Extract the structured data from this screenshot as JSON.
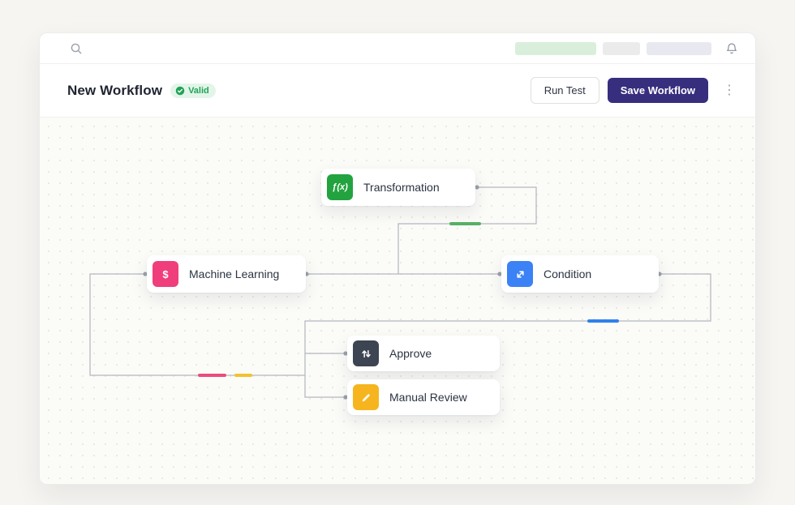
{
  "header": {
    "title": "New Workflow",
    "badge": {
      "label": "Valid",
      "bg": "#e3f5e9",
      "fg": "#21a357"
    },
    "run_test_label": "Run Test",
    "save_label": "Save Workflow",
    "save_bg": "#372e7e",
    "kebab": "⋮"
  },
  "topbar": {
    "pill_green": "#d9efdc",
    "pill_gray": "#ebebeb",
    "pill_lavender": "#e8e8f0"
  },
  "nodes": [
    {
      "key": "transformation",
      "label": "Transformation",
      "icon": "function-icon",
      "icon_text": "ƒ(x)",
      "color": "#23a33f"
    },
    {
      "key": "machine-learning",
      "label": "Machine Learning",
      "icon": "dollar-icon",
      "icon_text": "$",
      "color": "#ef3e7b"
    },
    {
      "key": "condition",
      "label": "Condition",
      "icon": "diagonal-arrow-icon",
      "icon_text": "",
      "color": "#3b82f6"
    },
    {
      "key": "approve",
      "label": "Approve",
      "icon": "swap-arrows-icon",
      "icon_text": "",
      "color": "#3d4452"
    },
    {
      "key": "manual-review",
      "label": "Manual Review",
      "icon": "pencil-icon",
      "icon_text": "",
      "color": "#f6b51e"
    }
  ],
  "edges": {
    "line_color": "#b3b8bf",
    "dot_color": "#9aa1aa",
    "green": "#57b164",
    "blue": "#2f80ed",
    "pink": "#ea4c7d",
    "yellow": "#f2c230"
  }
}
